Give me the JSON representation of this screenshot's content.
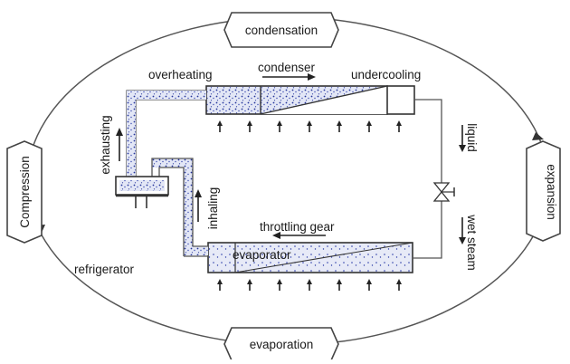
{
  "stages": {
    "top": "condensation",
    "left": "Compression",
    "right": "expansion",
    "bottom": "evaporation"
  },
  "labels": {
    "overheating": "overheating",
    "condenser": "condenser",
    "undercooling": "undercooling",
    "exhausting": "exhausting",
    "liquid": "liquid",
    "inhaling": "inhaling",
    "throttling_gear": "throttling gear",
    "wet_steam": "wet steam",
    "evaporator": "evaporator",
    "refrigerator": "refrigerator"
  },
  "colors": {
    "line": "#444444",
    "speckle": "#2a3aa0",
    "fill": "#dfe4f4"
  }
}
